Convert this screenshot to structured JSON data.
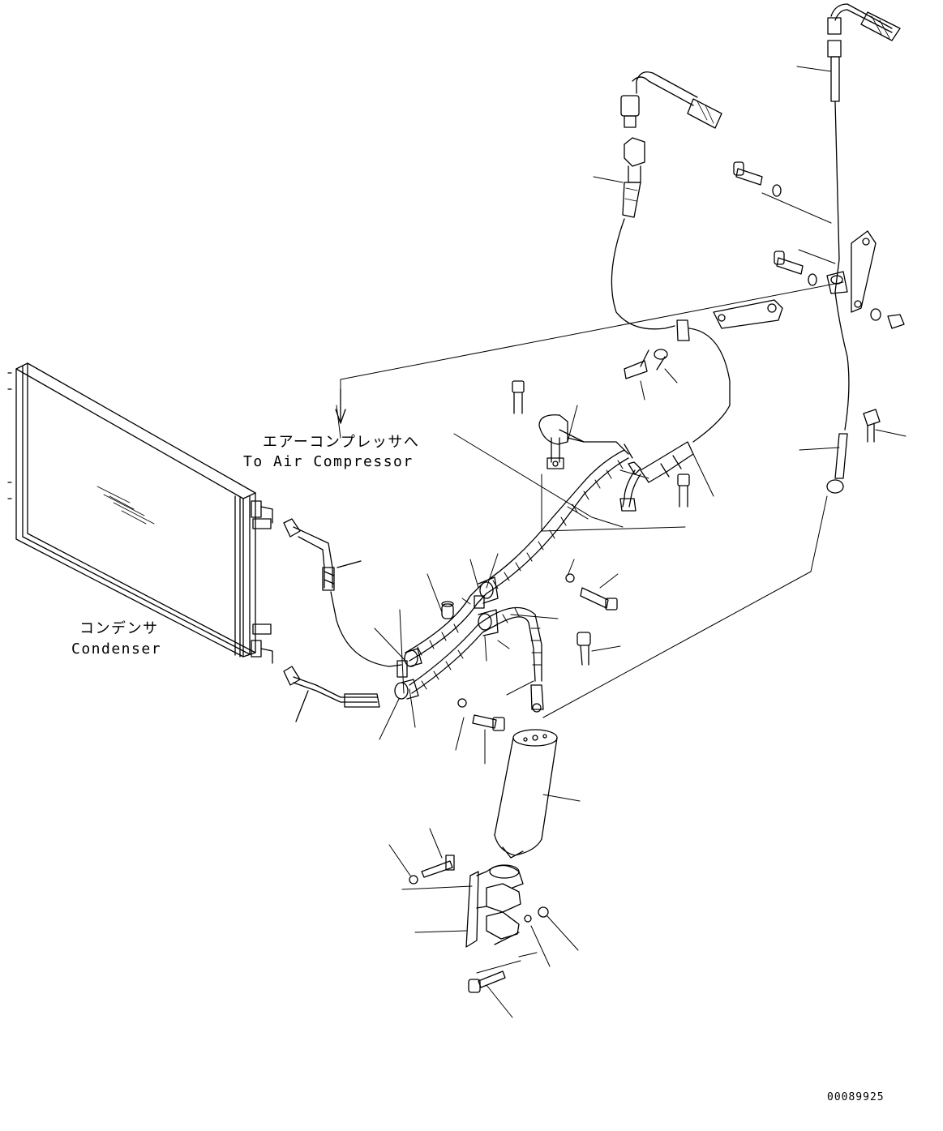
{
  "labels": {
    "air_compressor_jp": "エアーコンプレッサへ",
    "air_compressor_en": "To Air Compressor",
    "condenser_jp": "コンデンサ",
    "condenser_en": "Condenser",
    "drawing_number": "00089925"
  }
}
